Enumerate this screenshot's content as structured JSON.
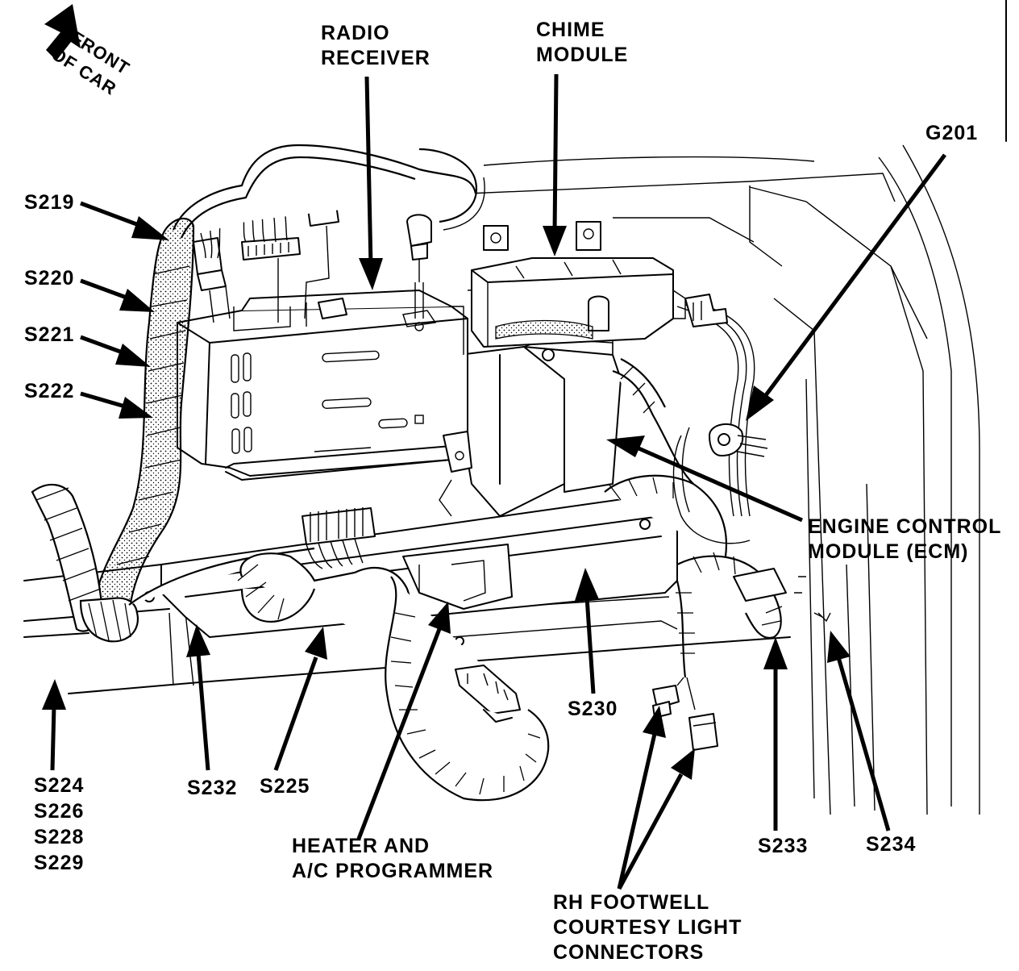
{
  "labels": {
    "front_of_car": [
      "FRONT",
      "OF CAR"
    ],
    "radio_receiver": [
      "RADIO",
      "RECEIVER"
    ],
    "chime_module": [
      "CHIME",
      "MODULE"
    ],
    "g201": "G201",
    "s219": "S219",
    "s220": "S220",
    "s221": "S221",
    "s222": "S222",
    "ecm": [
      "ENGINE CONTROL",
      "MODULE (ECM)"
    ],
    "s230": "S230",
    "s224_group": [
      "S224",
      "S226",
      "S228",
      "S229"
    ],
    "s232": "S232",
    "s225": "S225",
    "heater_ac": [
      "HEATER AND",
      "A/C PROGRAMMER"
    ],
    "rh_footwell": [
      "RH FOOTWELL",
      "COURTESY LIGHT",
      "CONNECTORS"
    ],
    "s233": "S233",
    "s234": "S234"
  },
  "colors": {
    "ink": "#000000",
    "paper": "#ffffff"
  }
}
